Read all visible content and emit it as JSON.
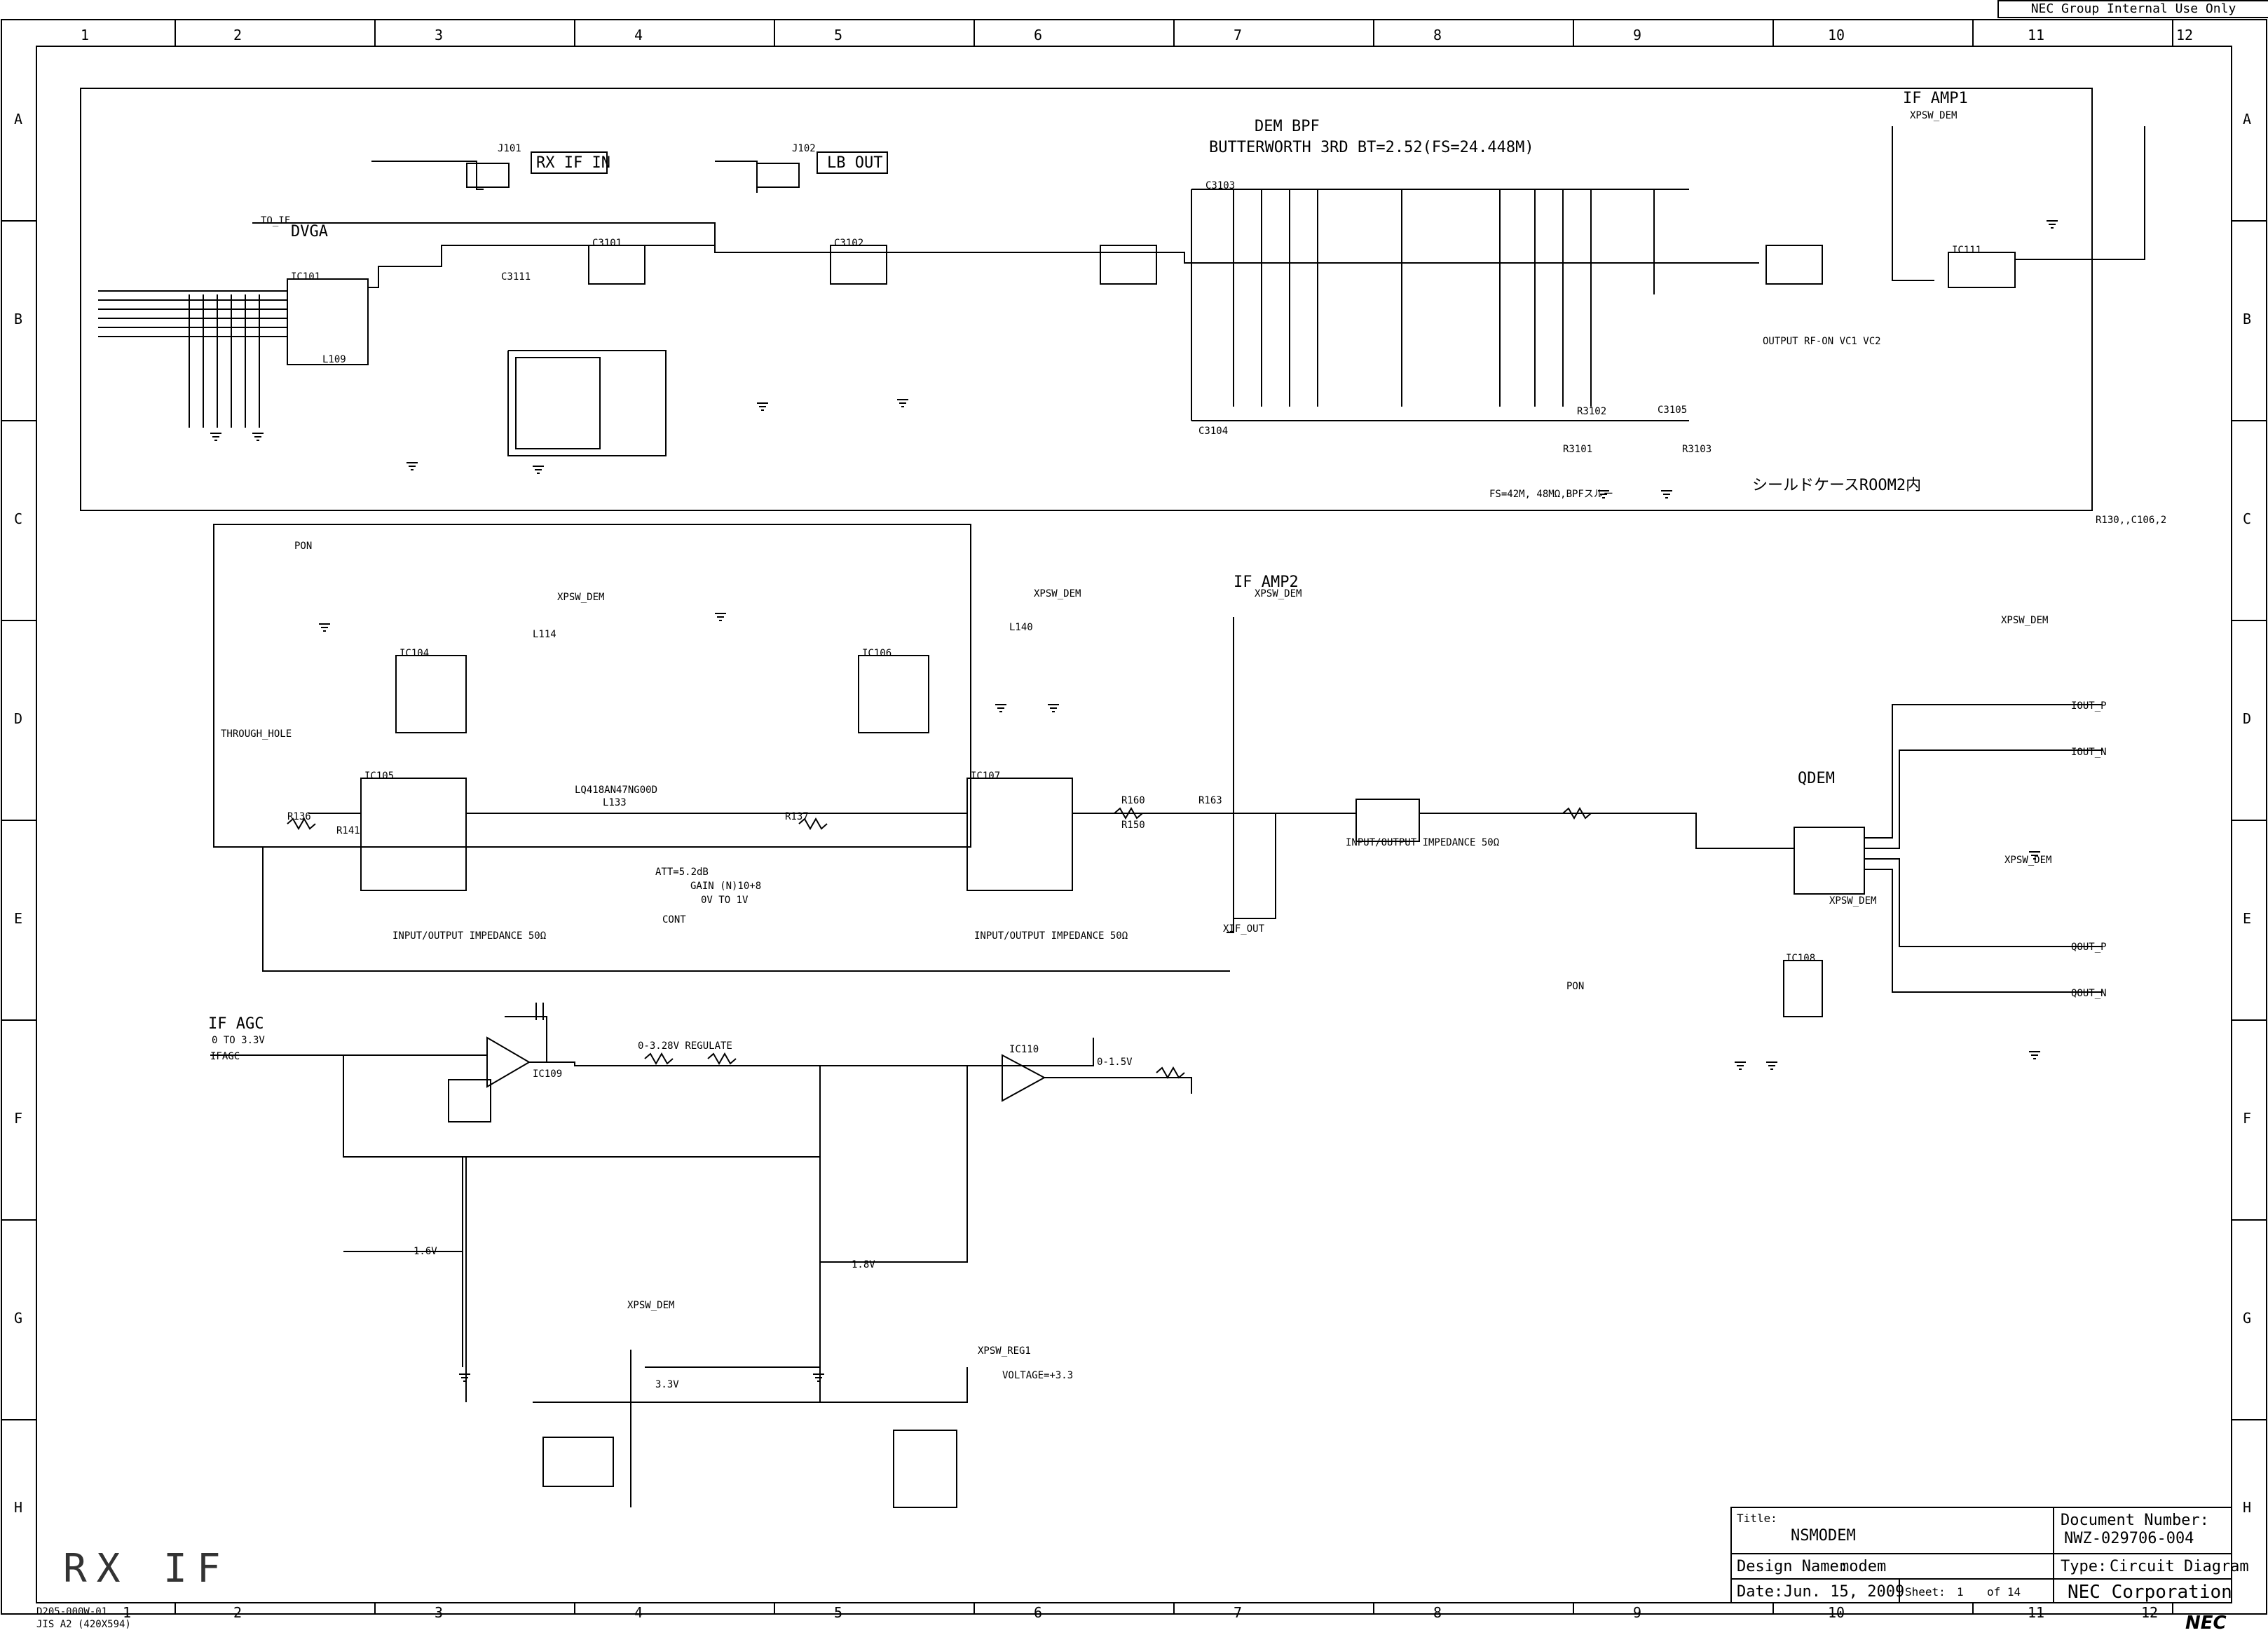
{
  "header": {
    "stamp": "NEC Group Internal Use Only"
  },
  "grid": {
    "columns": [
      "1",
      "2",
      "3",
      "4",
      "5",
      "6",
      "7",
      "8",
      "9",
      "10",
      "11",
      "12"
    ],
    "rows": [
      "A",
      "B",
      "C",
      "D",
      "E",
      "F",
      "G",
      "H"
    ]
  },
  "sheet_title": "RX IF",
  "footer_left": [
    "D205-000W-01",
    "JIS A2 (420X594)"
  ],
  "title_block": {
    "title_label": "Title:",
    "title_value": "NSMODEM",
    "design_label": "Design Name:",
    "design_value": "modem",
    "date_label": "Date:",
    "date_value": "Jun. 15, 2009",
    "sheet_label": "Sheet:",
    "sheet_value": "1",
    "of_label": "of 14",
    "docnum_label": "Document Number:",
    "docnum_value": "NWZ-029706-004",
    "type_label": "Type:",
    "type_value": "Circuit Diagram",
    "company": "NEC Corporation",
    "logo": "NEC"
  },
  "blocks": {
    "rx_if_in": "RX IF IN",
    "lb_out": "LB OUT",
    "dvga": "DVGA",
    "dem_bpf": "DEM BPF",
    "butterworth": "BUTTERWORTH 3RD BT=2.52(FS=24.448M)",
    "if_amp1": "IF AMP1",
    "if_amp2": "IF AMP2",
    "qdem": "QDEM",
    "if_agc": "IF AGC",
    "if_agc_range": "0 TO 3.3V",
    "shield": "シールドケースROOM2内",
    "regulate": "0-3.28V REGULATE",
    "att": "ATT=5.2dB",
    "gain": "GAIN (N)10+8",
    "gain_range": "0V TO 1V",
    "cont": "CONT",
    "throughhole": "THROUGH_HOLE",
    "io_imp": "INPUT/OUTPUT IMPEDANCE 50Ω"
  },
  "labels": {
    "j101": "J101",
    "j102": "J102",
    "ic101": "IC101",
    "ic104": "IC104",
    "ic105": "IC105",
    "ic106": "IC106",
    "ic107": "IC107",
    "ic108": "IC108",
    "ic109": "IC109",
    "ic110": "IC110",
    "ic111": "IC111",
    "c3101": "C3101",
    "c3102": "C3102",
    "c3111": "C3111",
    "c3103": "C3103",
    "c3104": "C3104",
    "c3105": "C3105",
    "r3101": "R3101",
    "r3102": "R3102",
    "r3103": "R3103",
    "xpsw_dem": "XPSW_DEM",
    "pon": "PON",
    "if_in": "TO_IF",
    "iout_p": "IOUT_P",
    "iout_n": "IOUT_N",
    "qout_p": "QOUT_P",
    "qout_n": "QOUT_N",
    "xif_out": "XIF_OUT",
    "if_agc_net": "IFAGC",
    "v33": "3.3V",
    "v18": "1.8V",
    "v16": "1.6V",
    "v15": "0-1.5V",
    "gnd": "GND",
    "r136": "R136",
    "r141": "R141",
    "r137": "R137",
    "r150": "R150",
    "r160": "R160",
    "r163": "R163",
    "l109": "L109",
    "l114": "L114",
    "l133": "L133",
    "l140": "L140",
    "lq_bpf": "LQ418AN47NG00D",
    "fs": "FS=42M, 48MΩ,BPFスルー",
    "output_tbl": "OUTPUT  RF-ON  VC1  VC2",
    "r130_ref": "R130,,C106,2",
    "jp1": "XPSW_REG1",
    "reg_out": "VOLTAGE=+3.3"
  }
}
